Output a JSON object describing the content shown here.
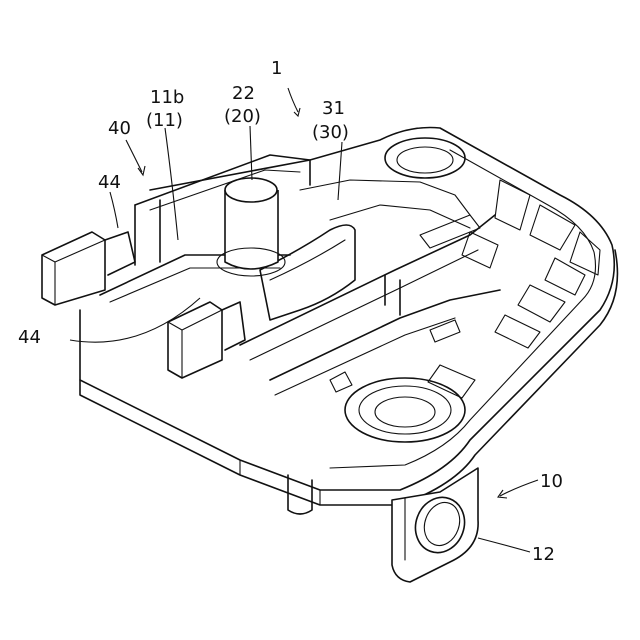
{
  "labels": {
    "l1": "1",
    "l22": "22",
    "l20": "(20)",
    "l11b": "11b",
    "l11": "(11)",
    "l31": "31",
    "l30": "(30)",
    "l40": "40",
    "l44a": "44",
    "l44b": "44",
    "l10": "10",
    "l12": "12"
  }
}
